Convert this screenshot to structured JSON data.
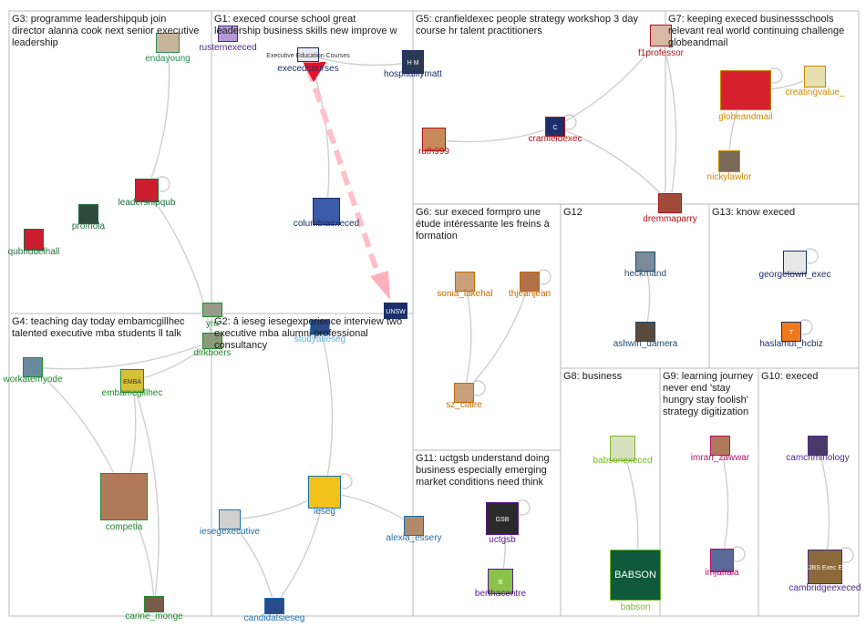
{
  "groups": [
    {
      "id": "G3",
      "title_lines": [
        "G3: programme leadershipqub join",
        "director alanna cook next senior executive",
        "leadership"
      ]
    },
    {
      "id": "G1",
      "title_lines": [
        "G1: execed course school great",
        "leadership business skills new improve w"
      ]
    },
    {
      "id": "G5",
      "title_lines": [
        "G5: cranfieldexec people strategy workshop 3 day",
        "course hr talent practitioners"
      ]
    },
    {
      "id": "G7",
      "title_lines": [
        "G7: keeping execed businessschools",
        "relevant real world continuing challenge",
        "globeandmail"
      ]
    },
    {
      "id": "G6",
      "title_lines": [
        "G6: sur execed formpro une",
        "étude intéressante les freins à",
        "formation"
      ]
    },
    {
      "id": "G12",
      "title_lines": [
        "G12"
      ]
    },
    {
      "id": "G13",
      "title_lines": [
        "G13: know execed"
      ]
    },
    {
      "id": "G4",
      "title_lines": [
        "G4: teaching day today embamcgillhec",
        "talented executive mba students ll talk"
      ]
    },
    {
      "id": "G2",
      "title_lines": [
        "G2: â ieseg iesegexperience interview two",
        "executive mba alumni professional",
        "consultancy"
      ]
    },
    {
      "id": "G8",
      "title_lines": [
        "G8: business"
      ]
    },
    {
      "id": "G9",
      "title_lines": [
        "G9: learning journey",
        "never end 'stay",
        "hungry stay foolish'",
        "strategy digitization"
      ]
    },
    {
      "id": "G10",
      "title_lines": [
        "G10: execed"
      ]
    },
    {
      "id": "G11",
      "title_lines": [
        "G11: uctgsb understand doing",
        "business especially emerging",
        "market conditions need think"
      ]
    }
  ],
  "nodes": [
    {
      "id": "endayoung",
      "label": "endayoung",
      "color": "#2e8b57",
      "fill": "#c8b49a"
    },
    {
      "id": "leadershipqub",
      "label": "leadershipqub",
      "color": "#1e6e3c",
      "fill": "#cc1d2e"
    },
    {
      "id": "profnola",
      "label": "profnola",
      "color": "#1e6e3c",
      "fill": "#2f4a3a"
    },
    {
      "id": "qubriddelhall",
      "label": "qubriddelhall",
      "color": "#1e6e3c",
      "fill": "#cc1d2e"
    },
    {
      "id": "rusternexeced",
      "label": "rusternexeced",
      "color": "#4b2a8a",
      "fill": "#b59ad6"
    },
    {
      "id": "execedcourses",
      "label": "execedcourses",
      "color": "#1c2f6b",
      "fill": "#e8e8f0"
    },
    {
      "id": "hospitalitymatt",
      "label": "hospitalitymatt",
      "color": "#1c2f6b",
      "fill": "#2a3a55"
    },
    {
      "id": "columbiaexeced",
      "label": "columbiaexeced",
      "color": "#1c2f6b",
      "fill": "#3a5ba8"
    },
    {
      "id": "f1professor",
      "label": "f1professor",
      "color": "#b0101a",
      "fill": "#d9b8a6"
    },
    {
      "id": "ruth999",
      "label": "ruth999",
      "color": "#b0101a",
      "fill": "#c98a5a"
    },
    {
      "id": "cranfieldexec",
      "label": "cranfieldexec",
      "color": "#b0101a",
      "fill": "#1c2f6b"
    },
    {
      "id": "dremmaparry",
      "label": "dremmaparry",
      "color": "#b0101a",
      "fill": "#a04a3a"
    },
    {
      "id": "globeandmail",
      "label": "globeandmail",
      "color": "#c98a00",
      "fill": "#d7202e"
    },
    {
      "id": "creatingvalue_",
      "label": "creatingvalue_",
      "color": "#c98a00",
      "fill": "#e6e0b0"
    },
    {
      "id": "nickylawlor",
      "label": "nickylawlor",
      "color": "#c98a00",
      "fill": "#7a6a5a"
    },
    {
      "id": "sonia_lakehal",
      "label": "sonia_lakehal",
      "color": "#c26a00",
      "fill": "#c9a07a"
    },
    {
      "id": "thjeanjean",
      "label": "thjeanjean",
      "color": "#c26a00",
      "fill": "#b0704a"
    },
    {
      "id": "sz_claire",
      "label": "sz_claire",
      "color": "#c26a00",
      "fill": "#c9a07a"
    },
    {
      "id": "heckmand",
      "label": "heckmand",
      "color": "#1c4a6b",
      "fill": "#7a8a9a"
    },
    {
      "id": "ashwin_damera",
      "label": "ashwin_damera",
      "color": "#1c4a6b",
      "fill": "#5a4a3a"
    },
    {
      "id": "georgetown_exec",
      "label": "georgetown_exec",
      "color": "#1c2f6b",
      "fill": "#e8e8e8"
    },
    {
      "id": "haslamut_hcbiz",
      "label": "haslamut_hcbiz",
      "color": "#1c2f6b",
      "fill": "#f07a1a"
    },
    {
      "id": "workatemyode",
      "label": "workatemyode",
      "color": "#1e8a2a",
      "fill": "#6a8aa0"
    },
    {
      "id": "embamcgillhec",
      "label": "embamcgillhec",
      "color": "#1e8a2a",
      "fill": "#d6c23a"
    },
    {
      "id": "dirkboers",
      "label": "dirkboers",
      "color": "#1e8a2a",
      "fill": "#8a9a7a"
    },
    {
      "id": "competia",
      "label": "competia",
      "color": "#1e8a2a",
      "fill": "#b07a5a"
    },
    {
      "id": "carine_monge",
      "label": "carine_monge",
      "color": "#1e8a2a",
      "fill": "#7a5a4a"
    },
    {
      "id": "studyatieseg",
      "label": "studyatieseg",
      "color": "#5aaee0",
      "fill": "#2a4a8a"
    },
    {
      "id": "ieseg",
      "label": "ieseg",
      "color": "#1a6eb0",
      "fill": "#f2c21a"
    },
    {
      "id": "iesegexecutive",
      "label": "iesegexecutive",
      "color": "#1a6eb0",
      "fill": "#d0d0d0"
    },
    {
      "id": "alexia_essery",
      "label": "alexia_essery",
      "color": "#1a6eb0",
      "fill": "#b08a6a"
    },
    {
      "id": "candidatsieseg",
      "label": "candidatsieseg",
      "color": "#1a6eb0",
      "fill": "#2a4a8a"
    },
    {
      "id": "uctgsb",
      "label": "uctgsb",
      "color": "#5a1a8a",
      "fill": "#2a2a2a"
    },
    {
      "id": "berthacentre",
      "label": "berthacentre",
      "color": "#5a1a8a",
      "fill": "#8ac24a"
    },
    {
      "id": "babsonexeced",
      "label": "babsonexeced",
      "color": "#7ab82a",
      "fill": "#d8e0c0"
    },
    {
      "id": "babson",
      "label": "babson",
      "color": "#7ab82a",
      "fill": "#0e5a3a"
    },
    {
      "id": "imran_zawwar",
      "label": "imran_zawwar",
      "color": "#b0106a",
      "fill": "#b07a5a"
    },
    {
      "id": "imjattala",
      "label": "imjattala",
      "color": "#b0106a",
      "fill": "#5a6a9a"
    },
    {
      "id": "camcriminology",
      "label": "camcriminology",
      "color": "#4b2a8a",
      "fill": "#4a3a6a"
    },
    {
      "id": "cambridgeexeced",
      "label": "cambridgeexeced",
      "color": "#4b2a8a",
      "fill": "#8a6a3a"
    },
    {
      "id": "unsw",
      "label": "",
      "color": "#1c2f6b",
      "fill": "#1c2f6b"
    },
    {
      "id": "yro",
      "label": "yro",
      "color": "#1e8a2a",
      "fill": "#9a9a8a"
    }
  ],
  "badges": {
    "execedcourses": "Executive Education Courses",
    "hospitalitymatt": "H M",
    "cranfieldexec": "C",
    "uctgsb": "GSB",
    "berthacentre": "B",
    "babson": "BABSON",
    "cambridgeexeced": "CJBS Exec Ed",
    "embamcgillhec": "EMBA",
    "haslamut_hcbiz": "T",
    "unsw": "UNSW"
  }
}
